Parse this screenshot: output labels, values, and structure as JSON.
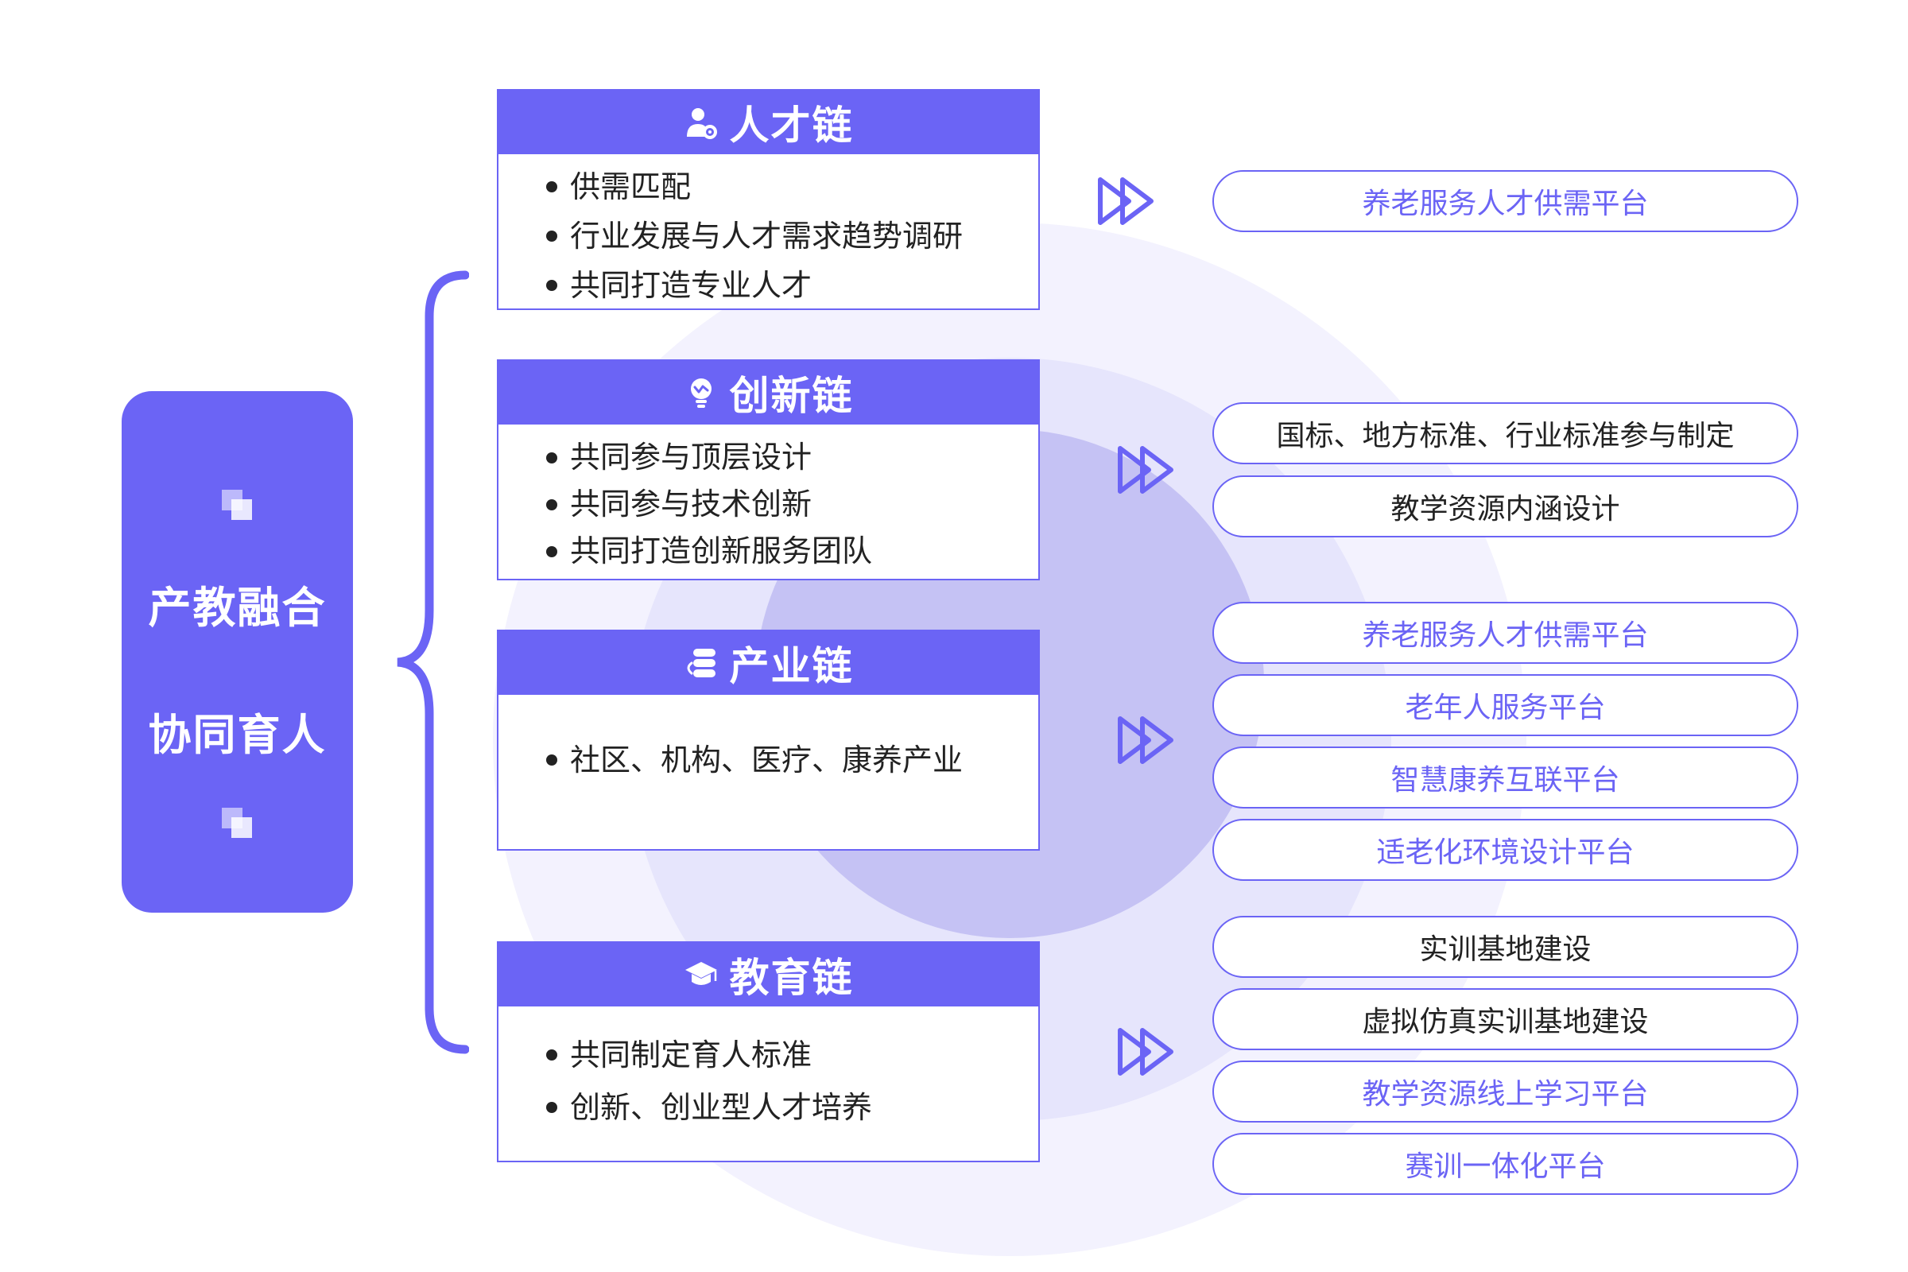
{
  "colors": {
    "accent": "#6b64f5",
    "ring_outer": "#f3f2fe",
    "ring_mid": "#e6e5fc",
    "ring_inner": "#c5c2f4",
    "text_dark": "#222222"
  },
  "core": {
    "line1": "产教融合",
    "line2": "协同育人"
  },
  "chains": [
    {
      "title": "人才链",
      "icon": "person-gear-icon",
      "items": [
        "供需匹配",
        "行业发展与人才需求趋势调研",
        "共同打造专业人才"
      ]
    },
    {
      "title": "创新链",
      "icon": "lightbulb-icon",
      "items": [
        "共同参与顶层设计",
        "共同参与技术创新",
        "共同打造创新服务团队"
      ]
    },
    {
      "title": "产业链",
      "icon": "server-stack-icon",
      "items": [
        "社区、机构、医疗、康养产业"
      ]
    },
    {
      "title": "教育链",
      "icon": "graduation-cap-icon",
      "items": [
        "共同制定育人标准",
        "创新、创业型人才培养"
      ]
    }
  ],
  "platforms": [
    {
      "label": "养老服务人才供需平台",
      "tone": "accent"
    },
    {
      "label": "国标、地方标准、行业标准参与制定",
      "tone": "dark"
    },
    {
      "label": "教学资源内涵设计",
      "tone": "dark"
    },
    {
      "label": "养老服务人才供需平台",
      "tone": "accent"
    },
    {
      "label": "老年人服务平台",
      "tone": "accent"
    },
    {
      "label": "智慧康养互联平台",
      "tone": "accent"
    },
    {
      "label": "适老化环境设计平台",
      "tone": "accent"
    },
    {
      "label": "实训基地建设",
      "tone": "dark"
    },
    {
      "label": "虚拟仿真实训基地建设",
      "tone": "dark"
    },
    {
      "label": "教学资源线上学习平台",
      "tone": "accent"
    },
    {
      "label": "赛训一体化平台",
      "tone": "accent"
    }
  ]
}
